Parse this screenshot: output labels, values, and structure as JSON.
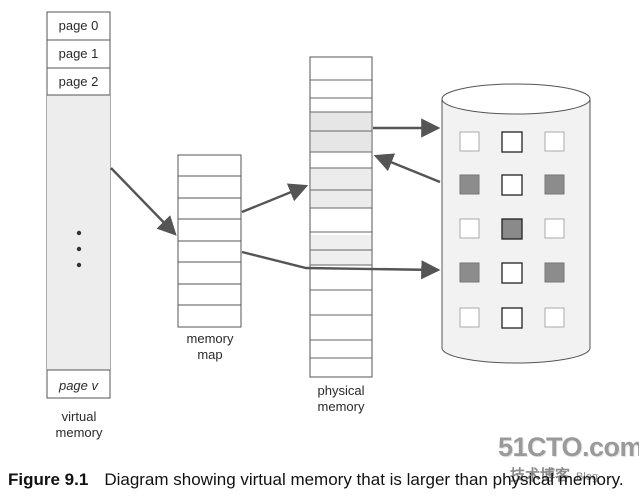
{
  "virtual_memory": {
    "pages": [
      "page 0",
      "page 1",
      "page 2"
    ],
    "last_page": "page v",
    "label_line1": "virtual",
    "label_line2": "memory"
  },
  "memory_map": {
    "label_line1": "memory",
    "label_line2": "map"
  },
  "physical_memory": {
    "label_line1": "physical",
    "label_line2": "memory"
  },
  "caption": {
    "figure": "Figure 9.1",
    "text": "Diagram showing virtual memory that is larger than physical memory."
  },
  "watermark": {
    "line1": "51CTO.com",
    "line2": "技术博客",
    "line2_suffix": "Blog"
  },
  "colors": {
    "stroke": "#555555",
    "shade": "#e8e8e8",
    "disk_dark": "#888888",
    "disk_light": "#d8d8d8"
  }
}
